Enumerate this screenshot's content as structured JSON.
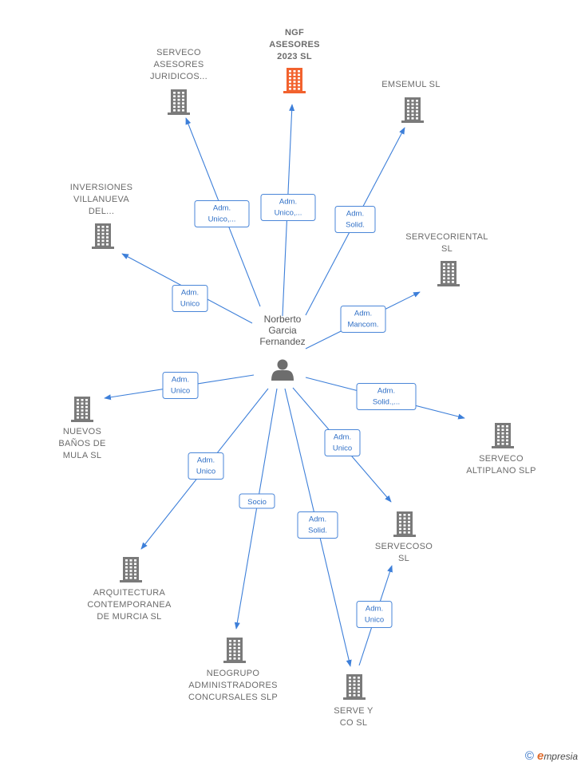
{
  "center": {
    "name_lines": [
      "Norberto",
      "Garcia",
      "Fernandez"
    ],
    "icon": "person-icon"
  },
  "colors": {
    "edge": "#3d7fd9",
    "building": "#7a7a7a",
    "highlight": "#f2622e"
  },
  "nodes": [
    {
      "id": "ngf",
      "label_lines": [
        "NGF",
        "ASESORES",
        "2023  SL"
      ],
      "highlight": true,
      "icon": "building-icon"
    },
    {
      "id": "serveco-asesores",
      "label_lines": [
        "SERVECO",
        "ASESORES",
        "JURIDICOS..."
      ],
      "icon": "building-icon"
    },
    {
      "id": "emsemul",
      "label_lines": [
        "EMSEMUL  SL"
      ],
      "icon": "building-icon"
    },
    {
      "id": "inversiones",
      "label_lines": [
        "INVERSIONES",
        "VILLANUEVA",
        "DEL..."
      ],
      "icon": "building-icon"
    },
    {
      "id": "servecoriental",
      "label_lines": [
        "SERVECORIENTAL",
        "SL"
      ],
      "icon": "building-icon"
    },
    {
      "id": "nuevos-banos",
      "label_lines": [
        "NUEVOS",
        "BAÑOS DE",
        "MULA SL"
      ],
      "icon": "building-icon"
    },
    {
      "id": "serveco-altiplano",
      "label_lines": [
        "SERVECO",
        "ALTIPLANO  SLP"
      ],
      "icon": "building-icon"
    },
    {
      "id": "servecoso",
      "label_lines": [
        "SERVECOSO",
        "SL"
      ],
      "icon": "building-icon"
    },
    {
      "id": "arquitectura",
      "label_lines": [
        "ARQUITECTURA",
        "CONTEMPORANEA",
        "DE MURCIA SL"
      ],
      "icon": "building-icon"
    },
    {
      "id": "neogrupo",
      "label_lines": [
        "NEOGRUPO",
        "ADMINISTRADORES",
        "CONCURSALES SLP"
      ],
      "icon": "building-icon"
    },
    {
      "id": "serve-y-co",
      "label_lines": [
        "SERVE Y",
        "CO SL"
      ],
      "icon": "building-icon"
    }
  ],
  "edges": [
    {
      "to": "ngf",
      "label_lines": [
        "Adm.",
        "Unico,..."
      ]
    },
    {
      "to": "serveco-asesores",
      "label_lines": [
        "Adm.",
        "Unico,..."
      ]
    },
    {
      "to": "emsemul",
      "label_lines": [
        "Adm.",
        "Solid."
      ]
    },
    {
      "to": "inversiones",
      "label_lines": [
        "Adm.",
        "Unico"
      ]
    },
    {
      "to": "servecoriental",
      "label_lines": [
        "Adm.",
        "Mancom."
      ]
    },
    {
      "to": "nuevos-banos",
      "label_lines": [
        "Adm.",
        "Unico"
      ]
    },
    {
      "to": "serveco-altiplano",
      "label_lines": [
        "Adm.",
        "Solid.,..."
      ]
    },
    {
      "to": "servecoso",
      "label_lines": [
        "Adm.",
        "Unico"
      ]
    },
    {
      "to": "arquitectura",
      "label_lines": [
        "Adm.",
        "Unico"
      ]
    },
    {
      "to": "neogrupo",
      "label_lines": [
        "Socio"
      ]
    },
    {
      "to": "serve-y-co",
      "label_lines": [
        "Adm.",
        "Solid."
      ]
    },
    {
      "from": "serve-y-co",
      "to": "servecoso",
      "label_lines": [
        "Adm.",
        "Unico"
      ]
    }
  ],
  "brand": {
    "copyright_symbol": "©",
    "initial": "e",
    "rest": "mpresia"
  }
}
